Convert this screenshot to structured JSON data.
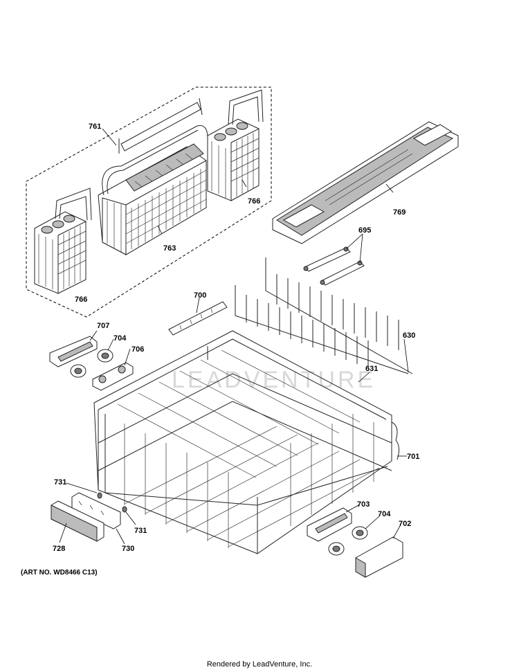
{
  "labels": {
    "l761": "761",
    "l766a": "766",
    "l766b": "766",
    "l763": "763",
    "l769": "769",
    "l695": "695",
    "l700": "700",
    "l707": "707",
    "l704a": "704",
    "l706": "706",
    "l630": "630",
    "l631": "631",
    "l701": "701",
    "l731a": "731",
    "l731b": "731",
    "l728": "728",
    "l730": "730",
    "l703": "703",
    "l704b": "704",
    "l702": "702"
  },
  "watermark": "LEADVENTURE",
  "art_no": "(ART NO. WD8466 C13)",
  "credit": "Rendered by LeadVenture, Inc."
}
